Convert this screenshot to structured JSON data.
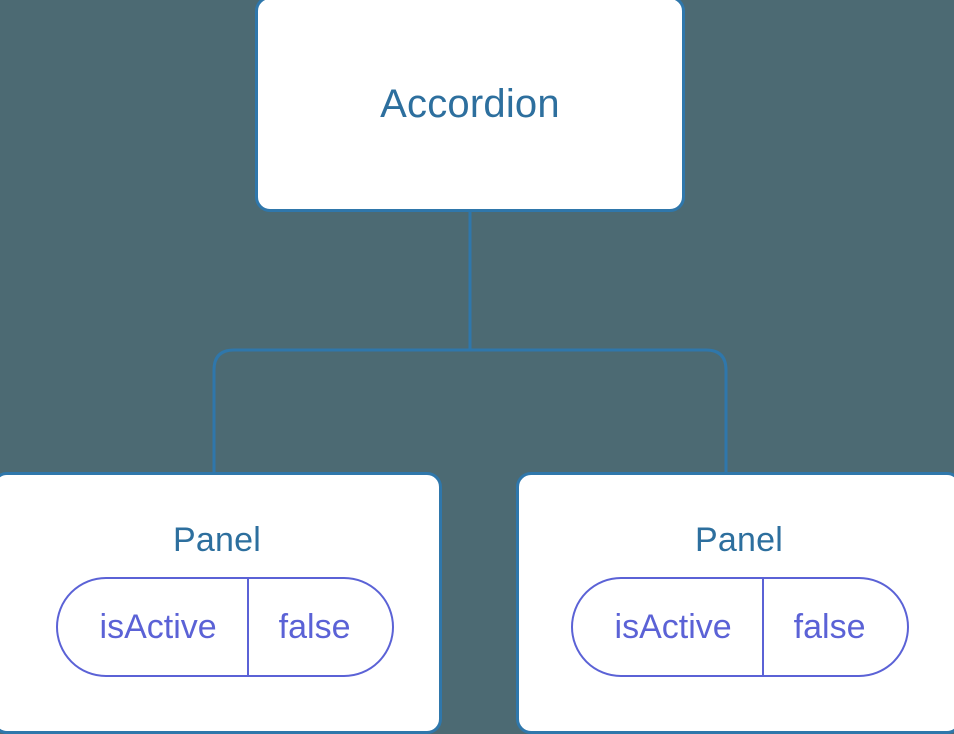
{
  "diagram": {
    "type": "component-tree",
    "background_color": "#4c6a73",
    "node_border_color": "#2f77ab",
    "node_text_color": "#2d6f9e",
    "connector_color": "#2f77ab",
    "prop_color": "#5b62d6",
    "root": {
      "label": "Accordion"
    },
    "children": [
      {
        "label": "Panel",
        "props": [
          {
            "key": "isActive",
            "value": "false"
          }
        ]
      },
      {
        "label": "Panel",
        "props": [
          {
            "key": "isActive",
            "value": "false"
          }
        ]
      }
    ]
  }
}
